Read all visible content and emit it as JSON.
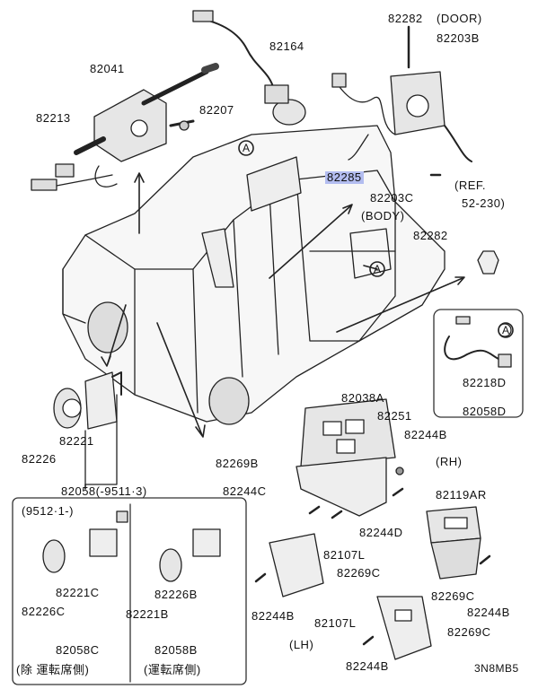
{
  "parts": {
    "p82041": "82041",
    "p82213": "82213",
    "p82207": "82207",
    "p82164": "82164",
    "p82282_top": "82282",
    "door_tag": "(DOOR)",
    "p82203B": "82203B",
    "p82285": "82285",
    "p82203C": "82203C",
    "body_tag": "(BODY)",
    "p82282_mid": "82282",
    "ref": "(REF.",
    "ref_page": "52-230)",
    "callout_a": "A",
    "p82218D": "82218D",
    "p82058D": "82058D",
    "p82038A": "82038A",
    "p82251": "82251",
    "p82244B_1": "82244B",
    "rh_tag": "(RH)",
    "p82269B": "82269B",
    "p82244C": "82244C",
    "p82244D": "82244D",
    "p82119AR": "82119AR",
    "p82221_main": "82221",
    "p82226_main": "82226",
    "p82058_main": "82058(-9511·3)",
    "from_date": "(9512·1-)",
    "p82221C": "82221C",
    "p82226C": "82226C",
    "p82058C": "82058C",
    "p82226B": "82226B",
    "p82221B": "82221B",
    "p82058B": "82058B",
    "side_passenger": "(除 運転席側)",
    "side_driver": "(運転席側)",
    "p82107L_1": "82107L",
    "p82269C_1": "82269C",
    "p82244B_2": "82244B",
    "p82269C_2": "82269C",
    "p82244B_3": "82244B",
    "p82107L_2": "82107L",
    "p82269C_3": "82269C",
    "lh_tag": "(LH)",
    "p82244B_4": "82244B",
    "diagram_code": "3N8MB5"
  },
  "highlight_color": "#b3bdf0"
}
